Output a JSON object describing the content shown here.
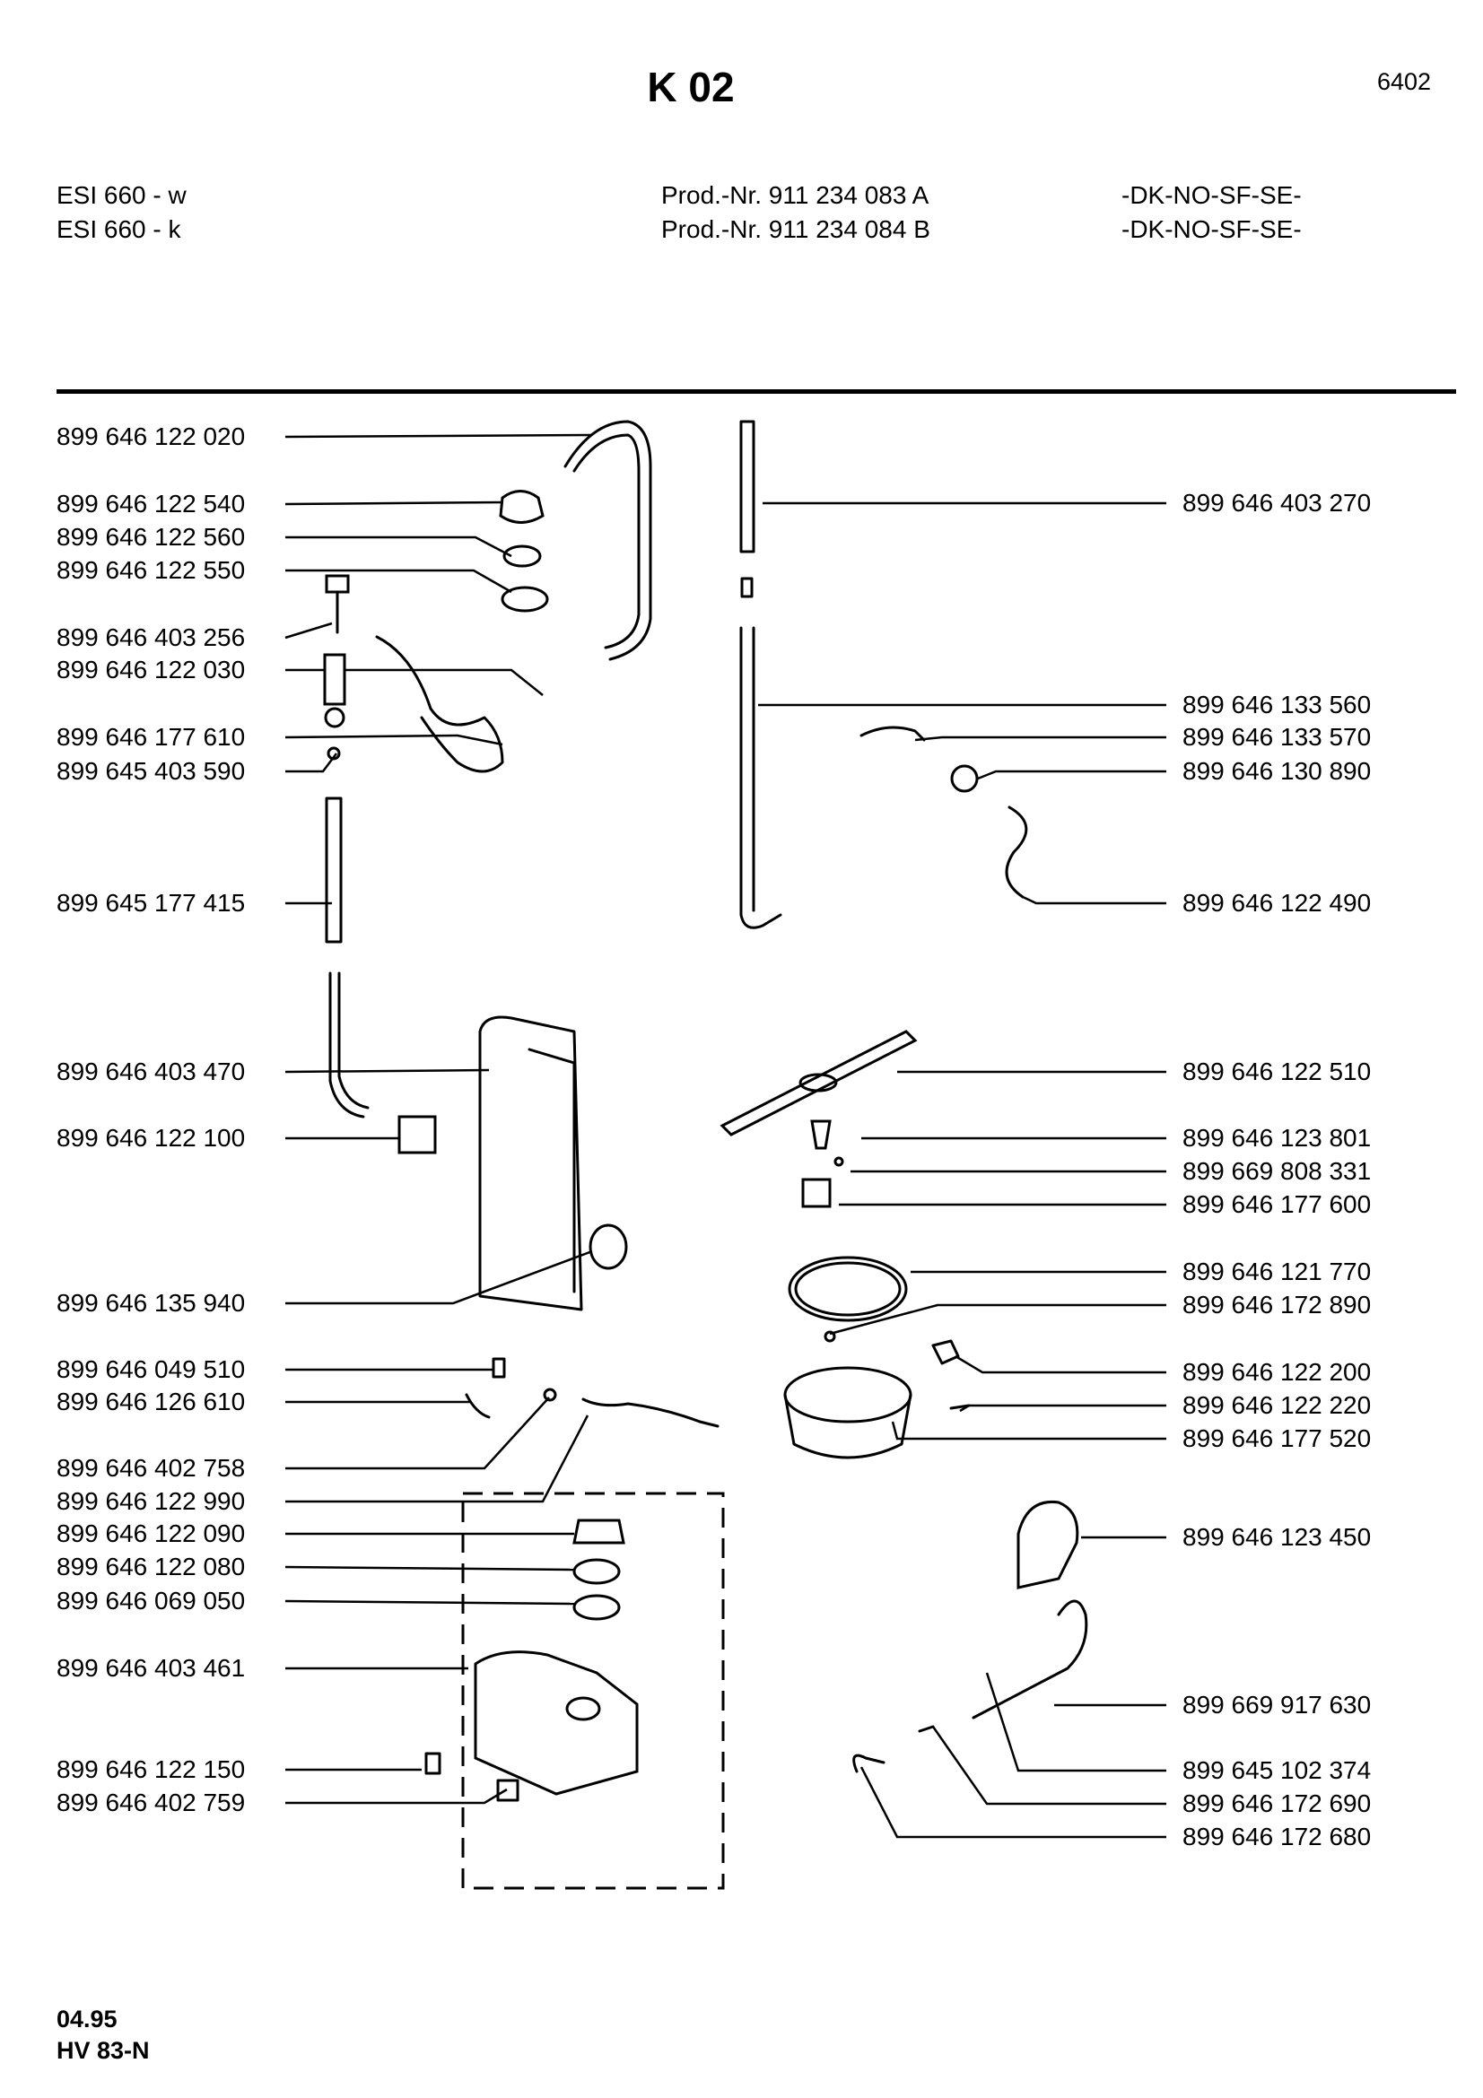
{
  "header": {
    "title": "K 02",
    "page_number": "6402",
    "models": [
      {
        "model": "ESI 660 - w",
        "prod": "Prod.-Nr. 911 234 083 A",
        "countries": "-DK-NO-SF-SE-"
      },
      {
        "model": "ESI 660 - k",
        "prod": "Prod.-Nr. 911 234 084 B",
        "countries": "-DK-NO-SF-SE-"
      }
    ]
  },
  "parts_left": [
    "899 646 122 020",
    "899 646 122 540",
    "899 646 122 560",
    "899 646 122 550",
    "899 646 403 256",
    "899 646 122 030",
    "899 646 177 610",
    "899 645 403 590",
    "899 645 177 415",
    "899 646 403 470",
    "899 646 122 100",
    "899 646 135 940",
    "899 646 049 510",
    "899 646 126 610",
    "899 646 402 758",
    "899 646 122 990",
    "899 646 122 090",
    "899 646 122 080",
    "899 646 069 050",
    "899 646 403 461",
    "899 646 122 150",
    "899 646 402 759"
  ],
  "parts_right": [
    "899 646 403 270",
    "899 646 133 560",
    "899 646 133 570",
    "899 646 130 890",
    "899 646 122 490",
    "899 646 122 510",
    "899 646 123 801",
    "899 669 808 331",
    "899 646 177 600",
    "899 646 121 770",
    "899 646 172 890",
    "899 646 122 200",
    "899 646 122 220",
    "899 646 177 520",
    "899 646 123 450",
    "899 669 917 630",
    "899 645 102 374",
    "899 646 172 690",
    "899 646 172 680"
  ],
  "footer": {
    "date": "04.95",
    "code": "HV 83-N"
  }
}
